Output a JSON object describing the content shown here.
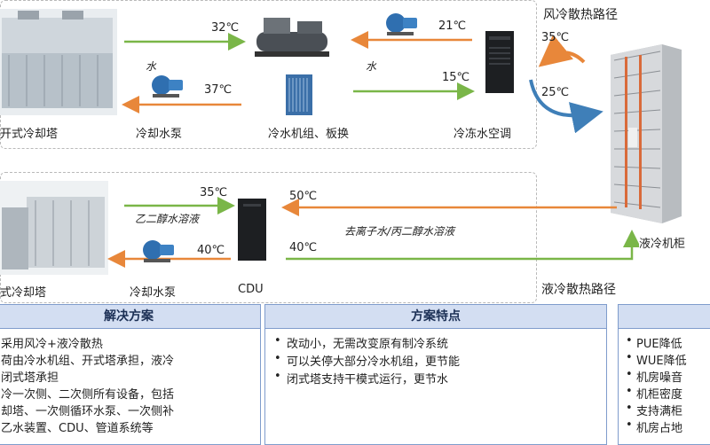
{
  "diagram": {
    "air_path_title": "风冷散热路径",
    "liquid_path_title": "液冷散热路径",
    "top": {
      "open_tower_label": "开式冷却塔",
      "pump_label": "冷却水泵",
      "chiller_label": "冷水机组、板换",
      "crac_label": "冷冻水空调",
      "water_left": "水",
      "water_right": "水",
      "temp_32": "32℃",
      "temp_37": "37℃",
      "temp_21": "21℃",
      "temp_15": "15℃",
      "air_35": "35℃",
      "air_25": "25℃"
    },
    "bottom": {
      "closed_tower_label": "式冷却塔",
      "pump_label": "冷却水泵",
      "cdu_label": "CDU",
      "glycol_label": "乙二醇水溶液",
      "dionized_label": "去离子水/丙二醇水溶液",
      "temp_35": "35℃",
      "temp_40a": "40℃",
      "temp_50": "50℃",
      "temp_40b": "40℃"
    },
    "cabinet_label": "液冷机柜"
  },
  "boxes": {
    "solution": {
      "title": "解决方案",
      "lines": [
        "采用风冷+液冷散热",
        "荷由冷水机组、开式塔承担，液冷",
        "闭式塔承担",
        "冷一次侧、二次侧所有设备，包括",
        "却塔、一次侧循环水泵、一次侧补",
        "乙水装置、CDU、管道系统等"
      ]
    },
    "features": {
      "title": "方案特点",
      "lines": [
        "改动小，无需改变原有制冷系统",
        "可以关停大部分冷水机组，更节能",
        "闭式塔支持干模式运行，更节水"
      ]
    },
    "benefits": {
      "title": "",
      "lines": [
        "PUE降低",
        "WUE降低",
        "机房噪音",
        "机柜密度",
        "支持满柜",
        "机房占地"
      ]
    }
  },
  "colors": {
    "supply_arrow": "#7ab648",
    "return_arrow": "#e8873a",
    "air_blue": "#3f7fb8",
    "box_border": "#7f9ccc",
    "box_header": "#d3def2"
  }
}
